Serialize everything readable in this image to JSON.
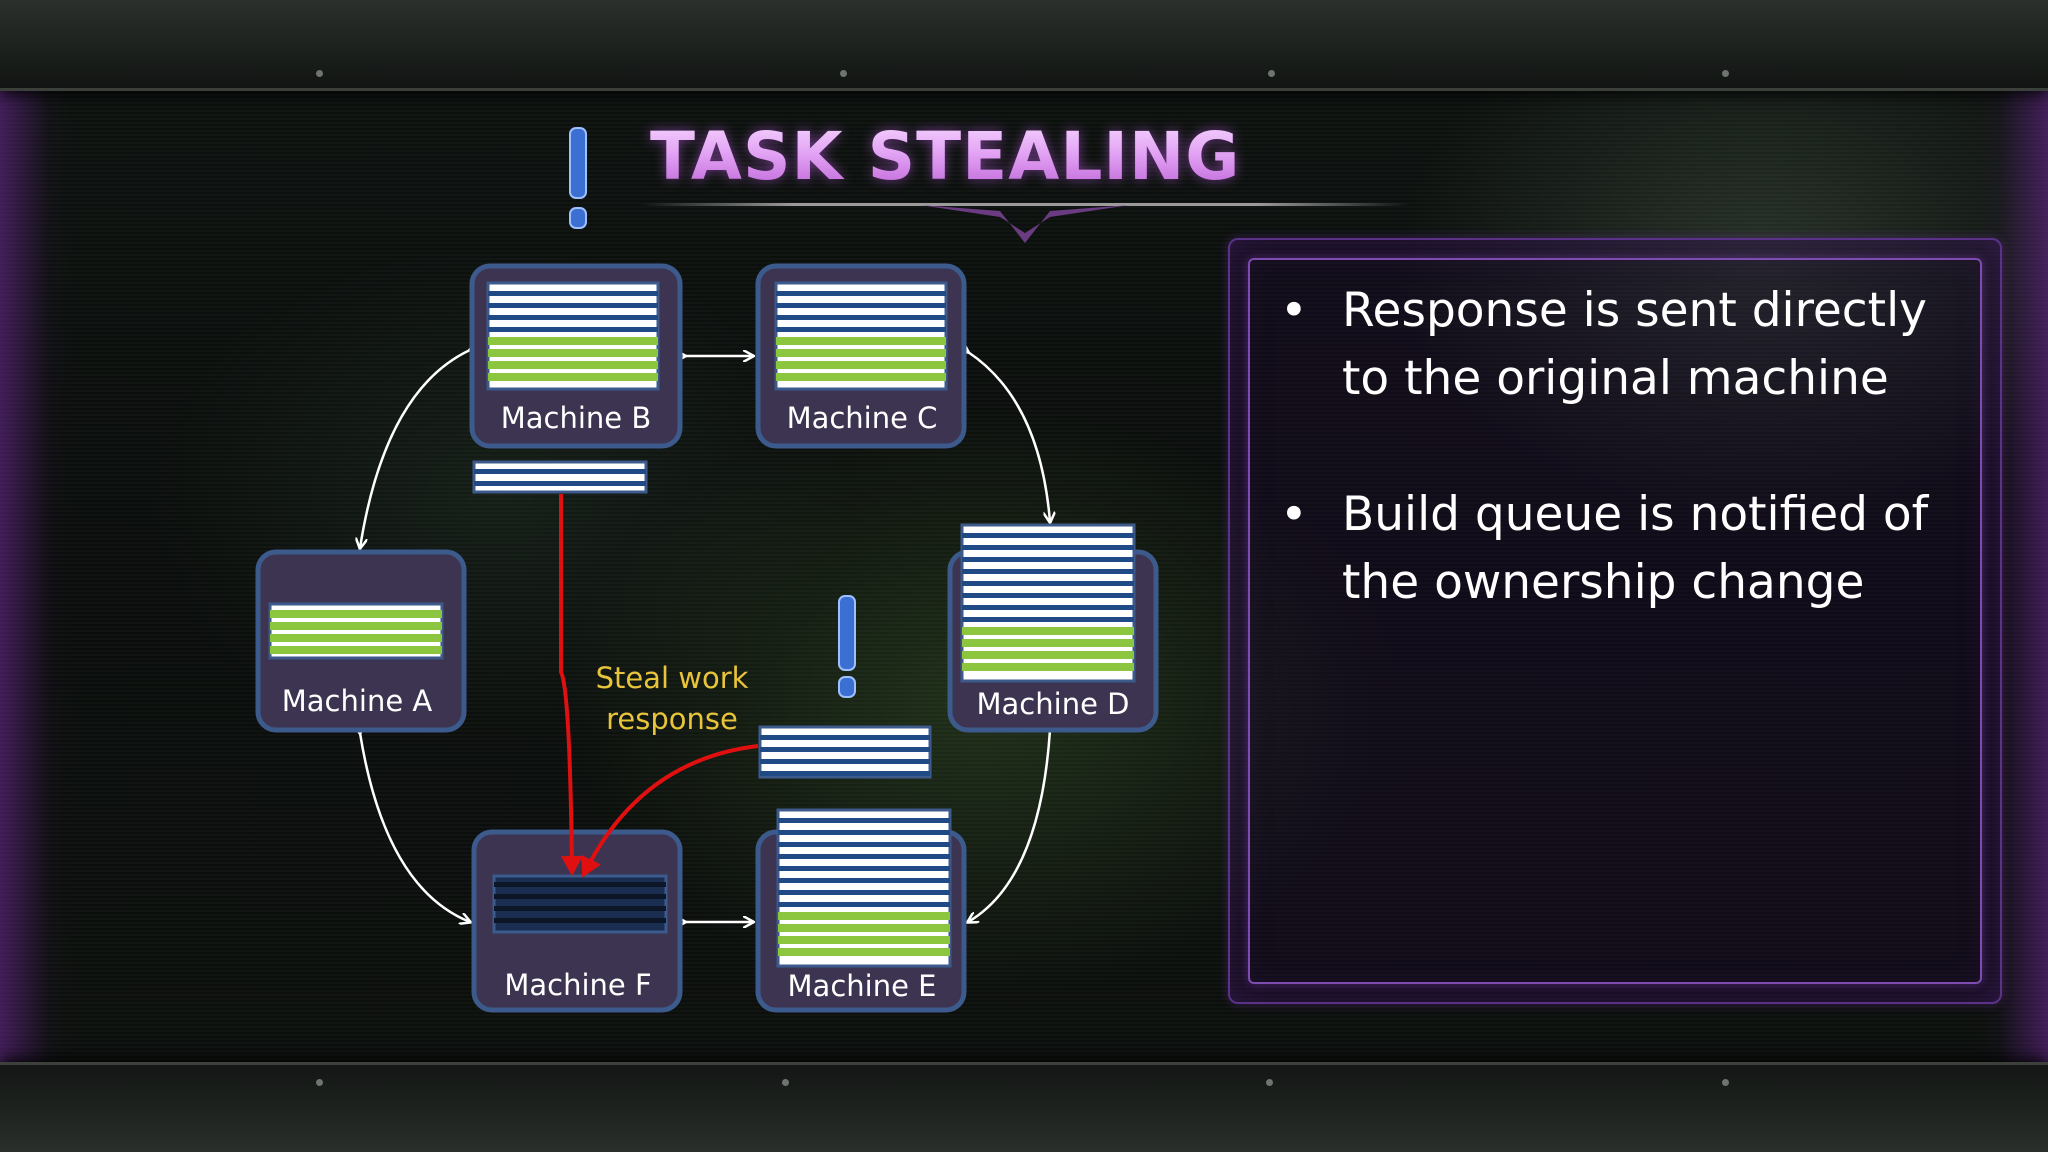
{
  "title": "TASK STEALING",
  "bullets": [
    {
      "marker": "•",
      "text": "Response is sent directly to the original machine"
    },
    {
      "marker": "•",
      "text": "Build queue is notified of the ownership change"
    }
  ],
  "diagram": {
    "machines": [
      {
        "id": "A",
        "label": "Machine A"
      },
      {
        "id": "B",
        "label": "Machine B"
      },
      {
        "id": "C",
        "label": "Machine C"
      },
      {
        "id": "D",
        "label": "Machine D"
      },
      {
        "id": "E",
        "label": "Machine E"
      },
      {
        "id": "F",
        "label": "Machine F"
      }
    ],
    "response_label_line1": "Steal work",
    "response_label_line2": "response",
    "alert_marker": "!"
  },
  "colors": {
    "title_purple": "#e2a2f4",
    "machine_fill": "#3c3450",
    "machine_border": "#3d5a8c",
    "task_blue": "#1f4a86",
    "task_green": "#8cc63f",
    "arrow_red": "#e01010",
    "label_yellow": "#e8c43a",
    "alert_blue": "#3c6fd2"
  }
}
